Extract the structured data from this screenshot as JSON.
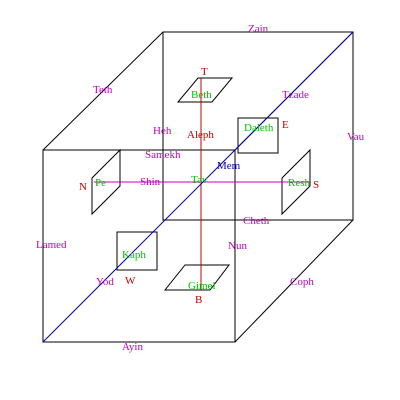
{
  "colors": {
    "edge": "#000000",
    "edge_label": "#c000c0",
    "face_label": "#00c000",
    "direction": "#c00000",
    "axis_vertical": "#c00000",
    "axis_horizontal": "#c000c0",
    "axis_diagonal": "#0000c0"
  },
  "edges": {
    "top_back": "Zain",
    "left_top": "Teth",
    "right_top": "Tzade",
    "right_back": "Vau",
    "left_inner": "Heh",
    "front_top": "Samekh",
    "left_front": "Lamed",
    "bottom_inner": "Cheth",
    "bottom_left": "Yod",
    "bottom_right": "Nun",
    "right_bottom": "Coph",
    "front_bottom": "Ayin"
  },
  "faces": {
    "top": "Beth",
    "east": "Daleth",
    "west": "Pe",
    "south": "Resh",
    "north": "Kaph",
    "bottom": "Gimel",
    "center": "Tav"
  },
  "directions": {
    "top": "T",
    "east": "E",
    "west": "N",
    "south": "S",
    "north": "W",
    "bottom": "B"
  },
  "axes": {
    "vertical": "Aleph",
    "horizontal": "Shin",
    "diagonal": "Mem"
  }
}
